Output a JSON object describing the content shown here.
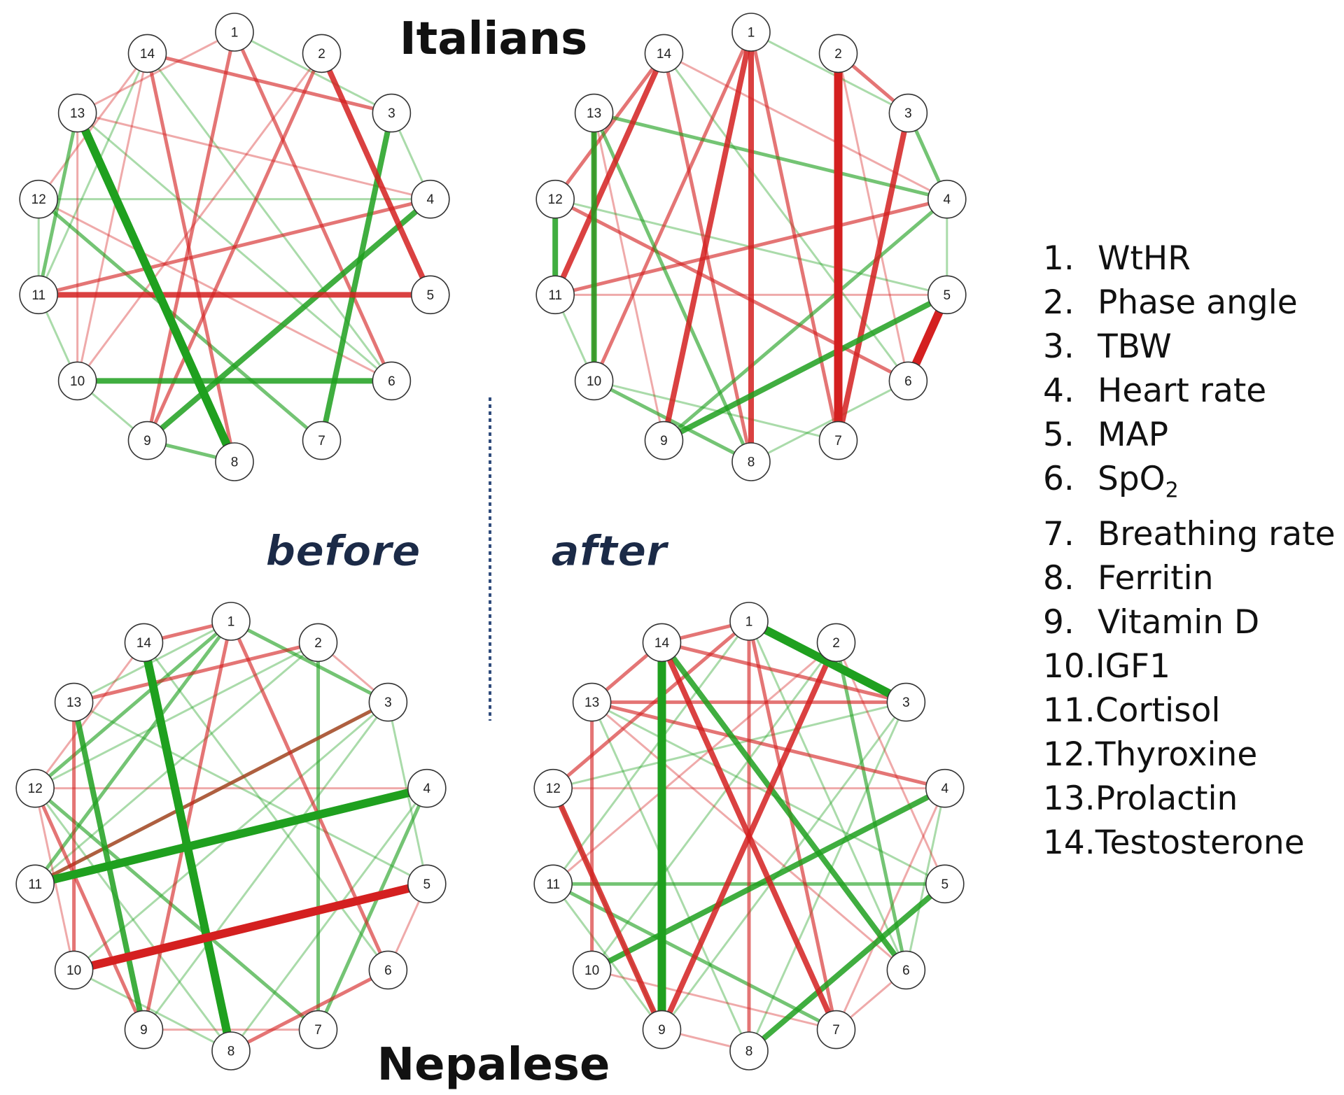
{
  "titles": {
    "top": "Italians",
    "bottom": "Nepalese"
  },
  "phase_labels": {
    "before": "before",
    "after": "after"
  },
  "colors": {
    "positive": "#1fa01f",
    "negative": "#d42020",
    "divider": "#2f4b7c"
  },
  "nodes": [
    "1",
    "2",
    "3",
    "4",
    "5",
    "6",
    "7",
    "8",
    "9",
    "10",
    "11",
    "12",
    "13",
    "14"
  ],
  "legend": [
    {
      "num": "1.",
      "label": "WtHR"
    },
    {
      "num": "2.",
      "label": "Phase angle"
    },
    {
      "num": "3.",
      "label": "TBW"
    },
    {
      "num": "4.",
      "label": "Heart rate"
    },
    {
      "num": "5.",
      "label": "MAP"
    },
    {
      "num": "6.",
      "label": "SpO",
      "sub": "2"
    },
    {
      "num": "7.",
      "label": "Breathing rate"
    },
    {
      "num": "8.",
      "label": "Ferritin"
    },
    {
      "num": "9.",
      "label": "Vitamin D"
    },
    {
      "num": "10.",
      "label": "IGF1"
    },
    {
      "num": "11.",
      "label": "Cortisol"
    },
    {
      "num": "12.",
      "label": "Thyroxine"
    },
    {
      "num": "13.",
      "label": "Prolactin"
    },
    {
      "num": "14.",
      "label": "Testosterone"
    }
  ],
  "networks": [
    {
      "id": "italians-before",
      "edges": [
        [
          13,
          8,
          "g",
          4
        ],
        [
          3,
          7,
          "g",
          3
        ],
        [
          4,
          9,
          "g",
          3
        ],
        [
          10,
          6,
          "g",
          3
        ],
        [
          12,
          7,
          "g",
          2
        ],
        [
          13,
          11,
          "g",
          2
        ],
        [
          12,
          11,
          "g",
          1
        ],
        [
          12,
          4,
          "g",
          1
        ],
        [
          1,
          3,
          "g",
          1
        ],
        [
          9,
          8,
          "g",
          2
        ],
        [
          11,
          10,
          "g",
          1
        ],
        [
          10,
          9,
          "g",
          1
        ],
        [
          3,
          4,
          "g",
          1
        ],
        [
          14,
          6,
          "g",
          1
        ],
        [
          13,
          6,
          "g",
          1
        ],
        [
          14,
          11,
          "g",
          1
        ],
        [
          2,
          5,
          "r",
          3
        ],
        [
          11,
          5,
          "r",
          3
        ],
        [
          1,
          6,
          "r",
          2
        ],
        [
          1,
          9,
          "r",
          2
        ],
        [
          14,
          3,
          "r",
          2
        ],
        [
          14,
          8,
          "r",
          2
        ],
        [
          11,
          4,
          "r",
          2
        ],
        [
          2,
          9,
          "r",
          2
        ],
        [
          12,
          6,
          "r",
          1
        ],
        [
          13,
          4,
          "r",
          1
        ],
        [
          1,
          13,
          "r",
          1
        ],
        [
          14,
          12,
          "r",
          1
        ],
        [
          13,
          10,
          "r",
          1
        ],
        [
          2,
          10,
          "r",
          1
        ],
        [
          14,
          10,
          "r",
          1
        ]
      ]
    },
    {
      "id": "italians-after",
      "edges": [
        [
          2,
          7,
          "r",
          4
        ],
        [
          5,
          6,
          "r",
          4
        ],
        [
          1,
          9,
          "r",
          3
        ],
        [
          1,
          8,
          "r",
          3
        ],
        [
          3,
          7,
          "r",
          3
        ],
        [
          14,
          11,
          "r",
          3
        ],
        [
          14,
          12,
          "r",
          2
        ],
        [
          14,
          8,
          "r",
          2
        ],
        [
          1,
          7,
          "r",
          2
        ],
        [
          12,
          6,
          "r",
          2
        ],
        [
          11,
          4,
          "r",
          2
        ],
        [
          2,
          3,
          "r",
          2
        ],
        [
          1,
          10,
          "r",
          2
        ],
        [
          13,
          10,
          "r",
          2
        ],
        [
          2,
          6,
          "r",
          1
        ],
        [
          14,
          4,
          "r",
          1
        ],
        [
          13,
          9,
          "r",
          1
        ],
        [
          11,
          5,
          "r",
          1
        ],
        [
          12,
          11,
          "g",
          3
        ],
        [
          13,
          10,
          "g",
          3
        ],
        [
          9,
          5,
          "g",
          3
        ],
        [
          9,
          4,
          "g",
          2
        ],
        [
          10,
          8,
          "g",
          2
        ],
        [
          13,
          8,
          "g",
          2
        ],
        [
          13,
          4,
          "g",
          2
        ],
        [
          3,
          4,
          "g",
          2
        ],
        [
          1,
          3,
          "g",
          1
        ],
        [
          14,
          6,
          "g",
          1
        ],
        [
          10,
          7,
          "g",
          1
        ],
        [
          8,
          6,
          "g",
          1
        ],
        [
          11,
          10,
          "g",
          1
        ],
        [
          4,
          5,
          "g",
          1
        ],
        [
          12,
          5,
          "g",
          1
        ]
      ]
    },
    {
      "id": "nepalese-before",
      "edges": [
        [
          14,
          8,
          "g",
          4
        ],
        [
          11,
          4,
          "g",
          4
        ],
        [
          13,
          9,
          "g",
          3
        ],
        [
          4,
          7,
          "g",
          2
        ],
        [
          12,
          7,
          "g",
          2
        ],
        [
          12,
          1,
          "g",
          2
        ],
        [
          11,
          1,
          "g",
          2
        ],
        [
          11,
          3,
          "g",
          2
        ],
        [
          2,
          7,
          "g",
          2
        ],
        [
          1,
          3,
          "g",
          2
        ],
        [
          12,
          2,
          "g",
          1
        ],
        [
          10,
          3,
          "g",
          1
        ],
        [
          9,
          3,
          "g",
          1
        ],
        [
          13,
          5,
          "g",
          1
        ],
        [
          14,
          6,
          "g",
          1
        ],
        [
          11,
          2,
          "g",
          1
        ],
        [
          8,
          4,
          "g",
          1
        ],
        [
          12,
          8,
          "g",
          1
        ],
        [
          10,
          8,
          "g",
          1
        ],
        [
          13,
          1,
          "g",
          1
        ],
        [
          3,
          5,
          "g",
          1
        ],
        [
          10,
          5,
          "r",
          4
        ],
        [
          1,
          6,
          "r",
          2
        ],
        [
          1,
          9,
          "r",
          2
        ],
        [
          11,
          3,
          "r",
          2
        ],
        [
          13,
          2,
          "r",
          2
        ],
        [
          14,
          1,
          "r",
          2
        ],
        [
          13,
          10,
          "r",
          2
        ],
        [
          12,
          9,
          "r",
          2
        ],
        [
          8,
          6,
          "r",
          2
        ],
        [
          9,
          7,
          "r",
          1
        ],
        [
          12,
          4,
          "r",
          1
        ],
        [
          14,
          12,
          "r",
          1
        ],
        [
          12,
          10,
          "r",
          1
        ],
        [
          5,
          6,
          "r",
          1
        ],
        [
          2,
          3,
          "r",
          1
        ]
      ]
    },
    {
      "id": "nepalese-after",
      "edges": [
        [
          14,
          9,
          "g",
          4
        ],
        [
          1,
          3,
          "g",
          4
        ],
        [
          10,
          4,
          "g",
          3
        ],
        [
          8,
          5,
          "g",
          3
        ],
        [
          14,
          6,
          "g",
          3
        ],
        [
          2,
          6,
          "g",
          2
        ],
        [
          11,
          5,
          "g",
          2
        ],
        [
          11,
          7,
          "g",
          2
        ],
        [
          1,
          6,
          "g",
          1
        ],
        [
          13,
          8,
          "g",
          1
        ],
        [
          12,
          3,
          "g",
          1
        ],
        [
          9,
          3,
          "g",
          1
        ],
        [
          10,
          2,
          "g",
          1
        ],
        [
          1,
          11,
          "g",
          1
        ],
        [
          3,
          8,
          "g",
          1
        ],
        [
          12,
          9,
          "g",
          1
        ],
        [
          13,
          5,
          "g",
          1
        ],
        [
          4,
          6,
          "g",
          1
        ],
        [
          11,
          9,
          "g",
          1
        ],
        [
          14,
          7,
          "r",
          3
        ],
        [
          12,
          9,
          "r",
          3
        ],
        [
          9,
          2,
          "r",
          3
        ],
        [
          14,
          1,
          "r",
          2
        ],
        [
          14,
          13,
          "r",
          2
        ],
        [
          1,
          7,
          "r",
          2
        ],
        [
          12,
          1,
          "r",
          2
        ],
        [
          13,
          4,
          "r",
          2
        ],
        [
          1,
          8,
          "r",
          2
        ],
        [
          14,
          3,
          "r",
          2
        ],
        [
          13,
          3,
          "r",
          2
        ],
        [
          10,
          13,
          "r",
          2
        ],
        [
          11,
          2,
          "r",
          1
        ],
        [
          12,
          4,
          "r",
          1
        ],
        [
          6,
          7,
          "r",
          1
        ],
        [
          13,
          6,
          "r",
          1
        ],
        [
          2,
          5,
          "r",
          1
        ],
        [
          8,
          9,
          "r",
          1
        ],
        [
          10,
          7,
          "r",
          1
        ],
        [
          4,
          7,
          "r",
          1
        ]
      ]
    }
  ]
}
